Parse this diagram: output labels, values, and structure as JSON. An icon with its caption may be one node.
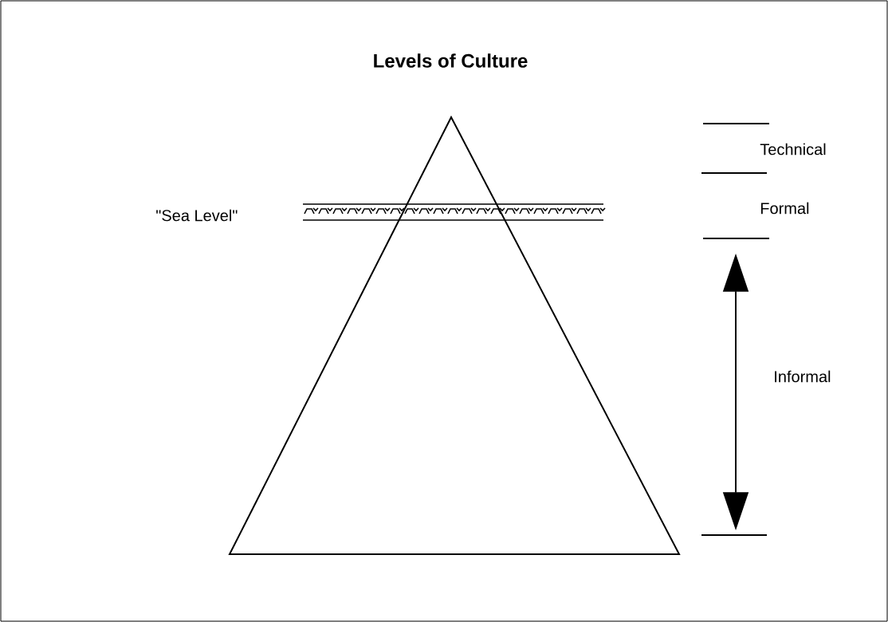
{
  "diagram": {
    "title": "Levels of Culture",
    "labels": [
      "Technical",
      "\"Sea Level\"",
      "Formal",
      "Informal"
    ]
  }
}
